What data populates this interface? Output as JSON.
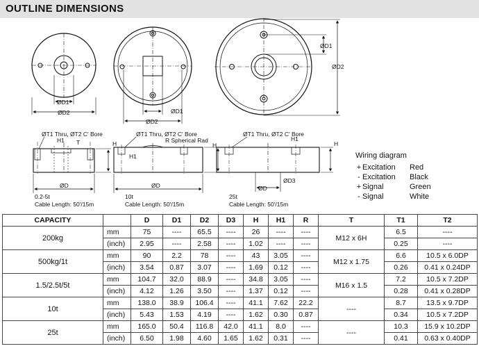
{
  "header": {
    "title": "OUTLINE DIMENSIONS"
  },
  "drawing_labels": {
    "od1": "ØD1",
    "od2": "ØD2",
    "od3": "ØD3",
    "od": "ØD",
    "bore": "ØT1 Thru, ØT2 C' Bore",
    "h": "H",
    "h1": "H1",
    "t": "T",
    "r": "R Spherical Rad",
    "model1": "0.2-5t",
    "model2": "10t",
    "model3": "25t",
    "cable": "Cable Length: 50'/15m"
  },
  "wiring": {
    "title": "Wiring diagram",
    "rows": [
      {
        "sym": "+",
        "label": "Excitation",
        "color": "Red"
      },
      {
        "sym": "-",
        "label": "Excitation",
        "color": "Black"
      },
      {
        "sym": "+",
        "label": "Signal",
        "color": "Green"
      },
      {
        "sym": "-",
        "label": "Signal",
        "color": "White"
      }
    ]
  },
  "table": {
    "headers": [
      "CAPACITY",
      "",
      "D",
      "D1",
      "D2",
      "D3",
      "H",
      "H1",
      "R",
      "T",
      "T1",
      "T2"
    ],
    "groups": [
      {
        "capacity": "200kg",
        "t": "M12 x 6H",
        "rows": [
          {
            "unit": "mm",
            "v": [
              "75",
              "----",
              "65.5",
              "----",
              "26",
              "----",
              "----"
            ],
            "t1": "6.5",
            "t2": "----"
          },
          {
            "unit": "(inch)",
            "v": [
              "2.95",
              "----",
              "2.58",
              "----",
              "1.02",
              "----",
              "----"
            ],
            "t1": "0.25",
            "t2": "----"
          }
        ]
      },
      {
        "capacity": "500kg/1t",
        "t": "M12 x 1.75",
        "rows": [
          {
            "unit": "mm",
            "v": [
              "90",
              "2.2",
              "78",
              "----",
              "43",
              "3.05",
              "----"
            ],
            "t1": "6.6",
            "t2": "10.5 x 6.0DP"
          },
          {
            "unit": "(inch)",
            "v": [
              "3.54",
              "0.87",
              "3.07",
              "----",
              "1.69",
              "0.12",
              "----"
            ],
            "t1": "0.26",
            "t2": "0.41 x 0.24DP"
          }
        ]
      },
      {
        "capacity": "1.5/2.5t/5t",
        "t": "M16 x 1.5",
        "rows": [
          {
            "unit": "mm",
            "v": [
              "104.7",
              "32.0",
              "88.9",
              "----",
              "34.8",
              "3.05",
              "----"
            ],
            "t1": "7.2",
            "t2": "10.5 x 7.2DP"
          },
          {
            "unit": "(inch)",
            "v": [
              "4.12",
              "1.26",
              "3.50",
              "----",
              "1.37",
              "0.12",
              "----"
            ],
            "t1": "0.28",
            "t2": "0.41 x 0.28DP"
          }
        ]
      },
      {
        "capacity": "10t",
        "t": "----",
        "rows": [
          {
            "unit": "mm",
            "v": [
              "138.0",
              "38.9",
              "106.4",
              "----",
              "41.1",
              "7.62",
              "22.2"
            ],
            "t1": "8.7",
            "t2": "13.5 x 9.7DP"
          },
          {
            "unit": "(inch)",
            "v": [
              "5.43",
              "1.53",
              "4.19",
              "----",
              "1.62",
              "0.30",
              "0.87"
            ],
            "t1": "0.34",
            "t2": "10.5 x 7.2DP"
          }
        ]
      },
      {
        "capacity": "25t",
        "t": "----",
        "rows": [
          {
            "unit": "mm",
            "v": [
              "165.0",
              "50.4",
              "116.8",
              "42.0",
              "41.1",
              "8.0",
              "----"
            ],
            "t1": "10.3",
            "t2": "15.9 x 10.2DP"
          },
          {
            "unit": "(inch)",
            "v": [
              "6.50",
              "1.98",
              "4.60",
              "1.65",
              "1.62",
              "0.31",
              "----"
            ],
            "t1": "0.41",
            "t2": "0.63 x 0.40DP"
          }
        ]
      }
    ]
  }
}
